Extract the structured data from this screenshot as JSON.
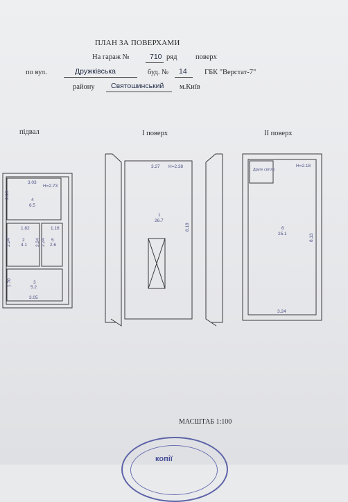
{
  "header": {
    "title": "ПЛАН ЗА ПОВЕРХАМИ",
    "garage_prefix": "На гараж №",
    "garage_no": "710",
    "row_label": "ряд",
    "floor_label": "поверх",
    "street_label": "по вул.",
    "street": "Дружківська",
    "building_label": "буд. №",
    "building_no": "14",
    "coop": "ГБК \"Верстат-7\"",
    "district_label": "району",
    "district": "Святошинський",
    "city": "м.Київ"
  },
  "floors": {
    "basement": {
      "label": "підвал",
      "rooms": [
        {
          "no": "4",
          "area": "6.5"
        },
        {
          "no": "2",
          "area": "4.1"
        },
        {
          "no": "5",
          "area": "2.6"
        },
        {
          "no": "3",
          "area": "5.2"
        }
      ],
      "dims": {
        "top": "3.03",
        "left_top": "2.13",
        "height": "H=2.73",
        "mid_left": "1.82",
        "mid_right": "1.16",
        "side_a": "2.24",
        "side_b": "2.24",
        "side_c": "2.24",
        "bottom_left": "1.70",
        "bottom": "3.05"
      }
    },
    "first": {
      "label": "І поверх",
      "room": {
        "no": "1",
        "area": "26.7"
      },
      "dims": {
        "top": "3.27",
        "height": "H=2.38",
        "side": "8.18"
      }
    },
    "second": {
      "label": "ІІ поверх",
      "corner_note": "Друге світло",
      "room": {
        "no": "6",
        "area": "25.1"
      },
      "dims": {
        "height": "H=2.18",
        "side": "8.13",
        "bottom": "3.24"
      }
    }
  },
  "scale": "МАСШТАБ 1:100",
  "stamp_text": "копії"
}
